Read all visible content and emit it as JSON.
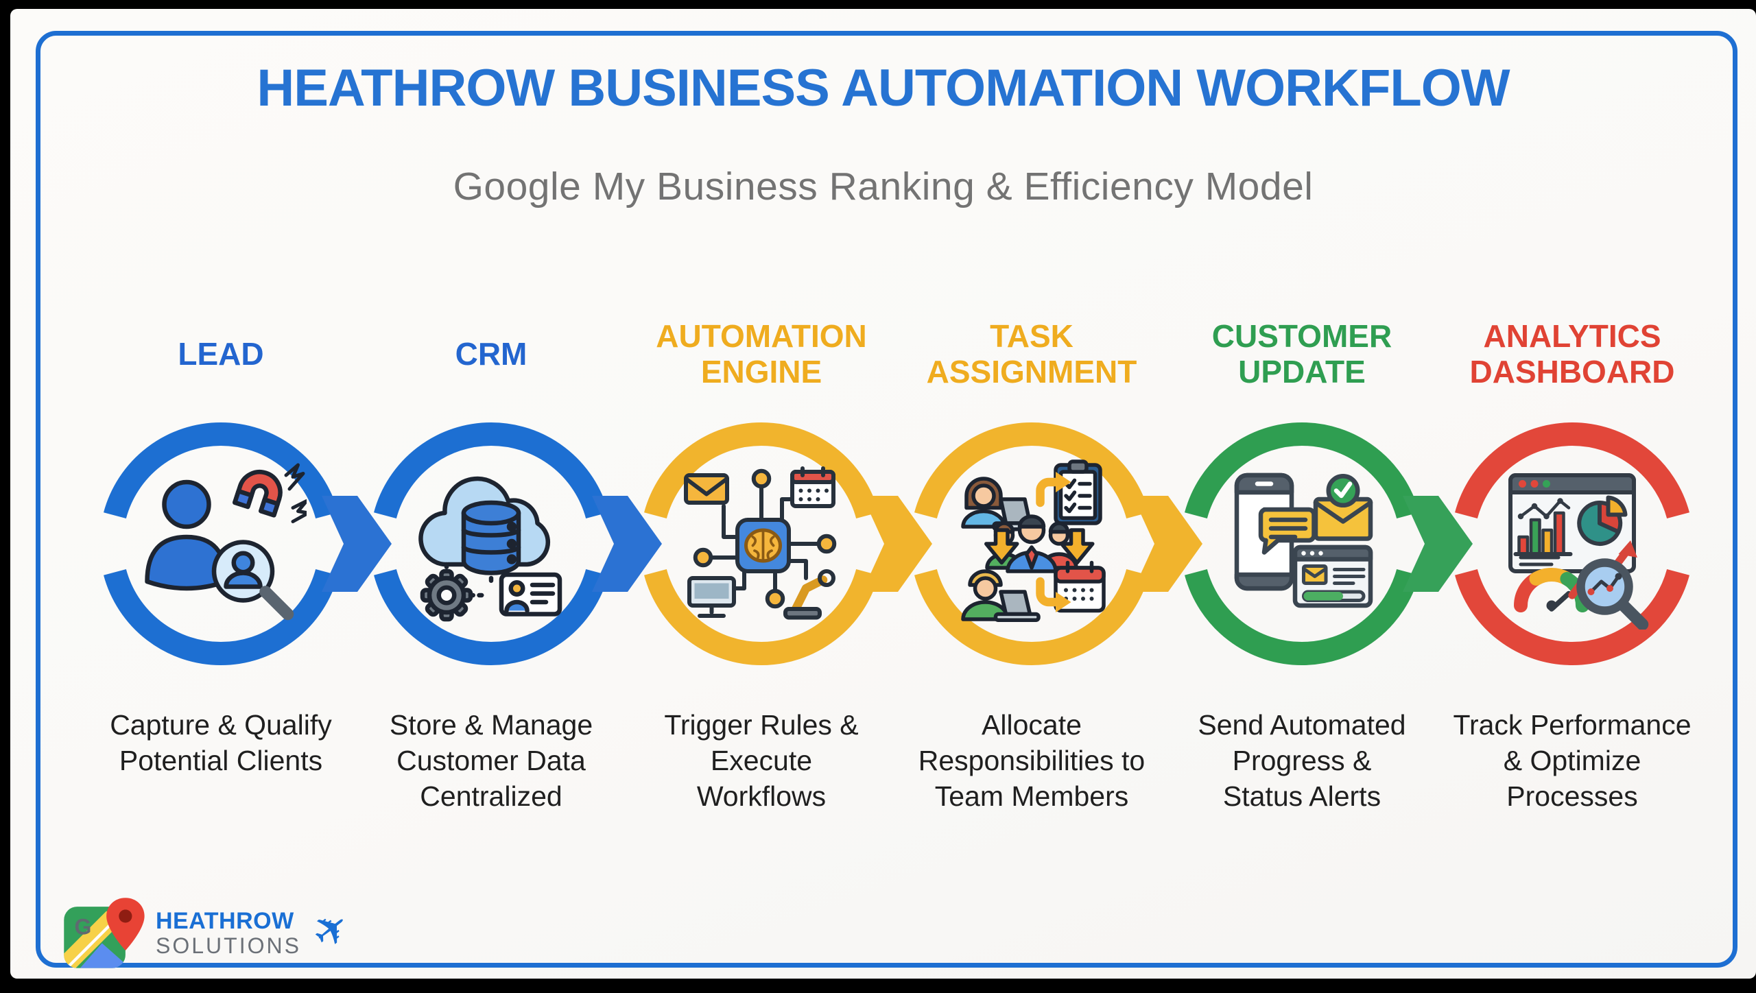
{
  "page": {
    "background": "#000000",
    "card_background": "#fbfaf8",
    "frame_border_color": "#1e6fd2"
  },
  "header": {
    "title": "HEATHROW BUSINESS AUTOMATION WORKFLOW",
    "title_color": "#2673d2",
    "subtitle": "Google My Business Ranking & Efficiency Model",
    "subtitle_color": "#737373"
  },
  "stages": [
    {
      "label": "LEAD",
      "label_color": "#2365cf",
      "ring_color": "#1d6fd2",
      "icon": "lead-capture-icon",
      "description": "Capture & Qualify\nPotential Clients"
    },
    {
      "label": "CRM",
      "label_color": "#2365cf",
      "ring_color": "#1d6fd2",
      "icon": "crm-database-icon",
      "description": "Store & Manage\nCustomer Data\nCentralized"
    },
    {
      "label": "AUTOMATION\nENGINE",
      "label_color": "#efac1f",
      "ring_color": "#f1b42d",
      "icon": "automation-engine-icon",
      "description": "Trigger Rules &\nExecute\nWorkflows"
    },
    {
      "label": "TASK\nASSIGNMENT",
      "label_color": "#efac1f",
      "ring_color": "#f1b42d",
      "icon": "task-assignment-icon",
      "description": "Allocate\nResponsibilities to\nTeam Members"
    },
    {
      "label": "CUSTOMER\nUPDATE",
      "label_color": "#2f9e51",
      "ring_color": "#2f9e51",
      "icon": "customer-update-icon",
      "description": "Send Automated\nProgress &\nStatus Alerts"
    },
    {
      "label": "ANALYTICS\nDASHBOARD",
      "label_color": "#e04334",
      "ring_color": "#e2473a",
      "icon": "analytics-dashboard-icon",
      "description": "Track Performance\n& Optimize\nProcesses"
    }
  ],
  "description_color": "#1f1f1f",
  "arrows": [
    {
      "from": "LEAD",
      "to": "CRM",
      "color": "#2b72d3"
    },
    {
      "from": "CRM",
      "to": "AUTOMATION ENGINE",
      "color": "#2b72d3"
    },
    {
      "from": "AUTOMATION ENGINE",
      "to": "TASK ASSIGNMENT",
      "color": "#f1b42d"
    },
    {
      "from": "TASK ASSIGNMENT",
      "to": "CUSTOMER UPDATE",
      "color": "#f1b42d"
    },
    {
      "from": "CUSTOMER UPDATE",
      "to": "ANALYTICS DASHBOARD",
      "color": "#36a159"
    }
  ],
  "logo": {
    "brand_line1": "HEATHROW",
    "brand_line1_color": "#1a6fd4",
    "brand_line2": "SOLUTIONS",
    "brand_line2_color": "#6b7077",
    "map_icon": "google-maps-pin-icon",
    "plane_icon": "airplane-icon",
    "plane_glyph": "✈"
  }
}
